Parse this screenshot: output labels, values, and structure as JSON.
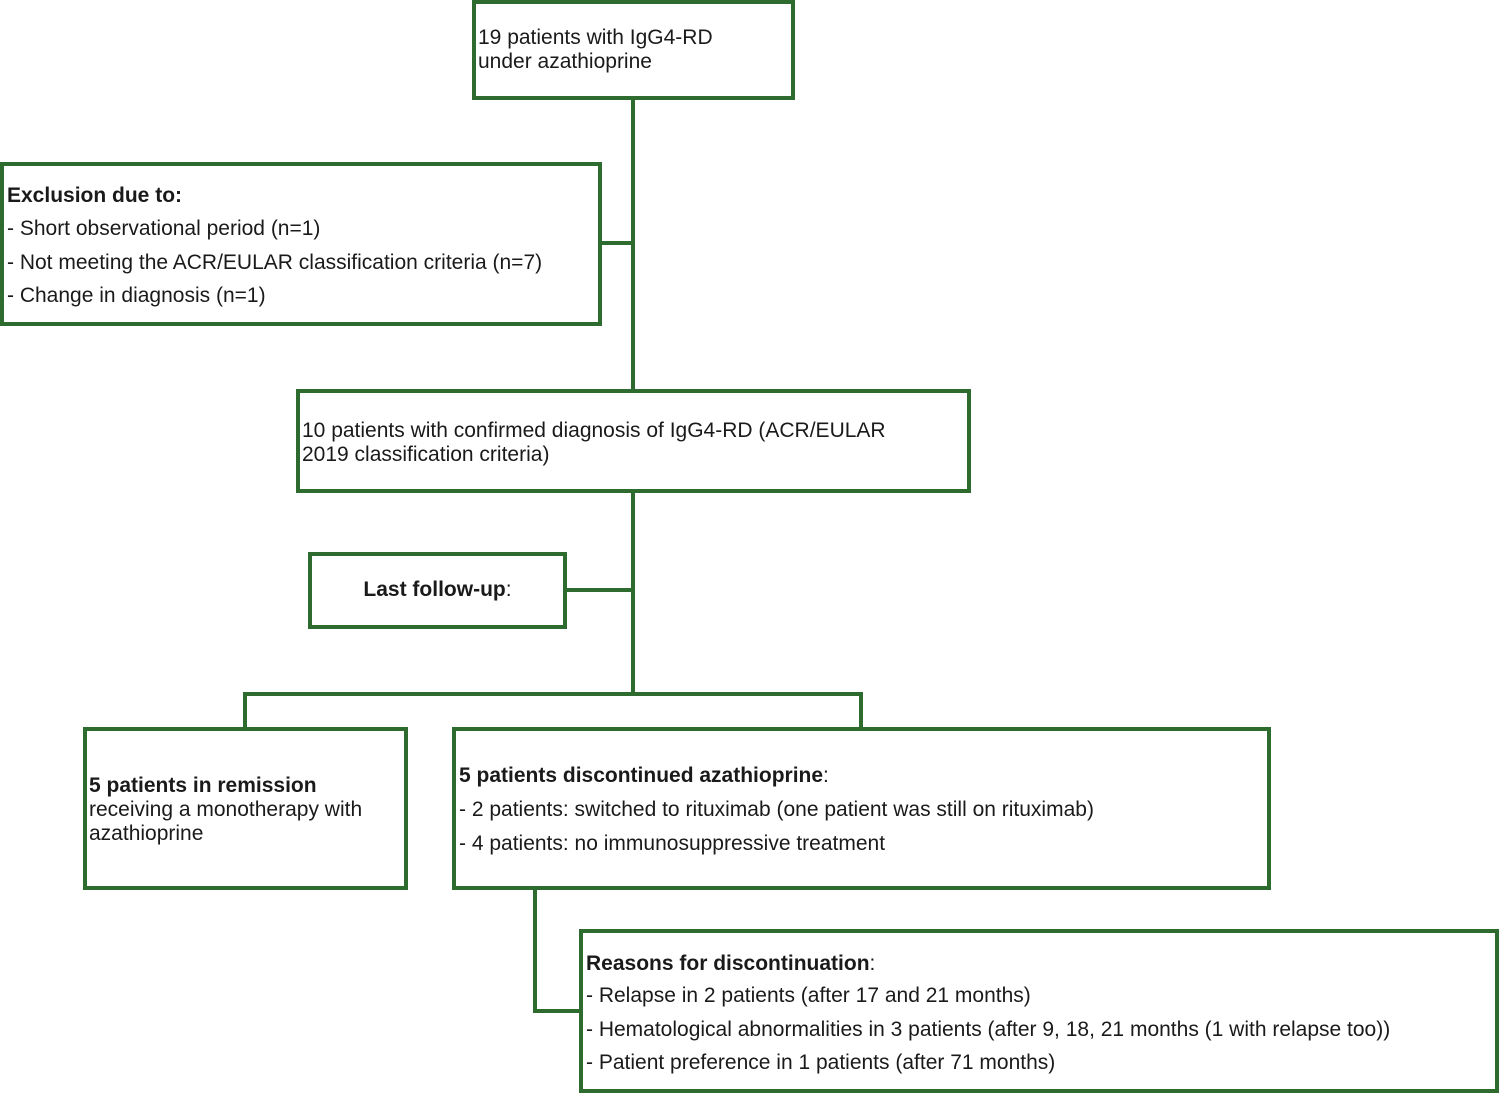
{
  "start_box": {
    "text": "19 patients with IgG4-RD under azathioprine",
    "line1": "19 patients with IgG4-RD",
    "line2": "under azathioprine"
  },
  "exclusion_box": {
    "heading": "Exclusion due to:",
    "items": [
      "Short observational period (n=1)",
      "Not meeting the ACR/EULAR classification criteria (n=7)",
      "Change in diagnosis (n=1)"
    ]
  },
  "confirmed_box": {
    "line1": "10 patients with confirmed diagnosis of IgG4-RD (ACR/EULAR",
    "line2": "2019 classification criteria)"
  },
  "followup_box": {
    "label": "Last follow-up",
    "suffix": ":"
  },
  "remission_box": {
    "heading": "5 patients in remission",
    "line2": "receiving a monotherapy with",
    "line3": "azathioprine"
  },
  "discontinued_box": {
    "heading": "5 patients discontinued azathioprine",
    "suffix": ":",
    "items": [
      "2 patients: switched to rituximab (one patient was still on rituximab)",
      "4 patients: no immunosuppressive treatment"
    ]
  },
  "reasons_box": {
    "heading": "Reasons for discontinuation",
    "suffix": ":",
    "items": [
      "Relapse in 2 patients (after 17 and 21 months)",
      "Hematological abnormalities in 3 patients (after 9, 18, 21 months (1 with relapse too))",
      "Patient preference in 1 patients (after 71 months)"
    ]
  },
  "bullet_prefix": "- ",
  "colors": {
    "border": "#2e6b2e",
    "text": "#1a1a1a",
    "background": "#ffffff"
  }
}
